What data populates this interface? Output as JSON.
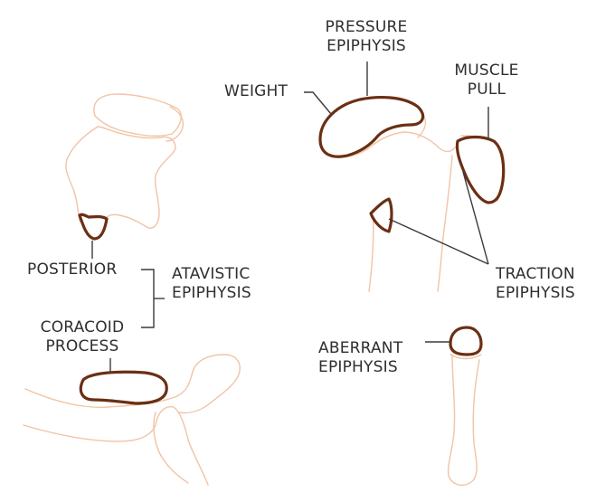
{
  "labels": {
    "pressure": [
      "PRESSURE",
      "EPIPHYSIS"
    ],
    "weight": "WEIGHT",
    "muscle": [
      "MUSCLE",
      "PULL"
    ],
    "traction": [
      "TRACTION",
      "EPIPHYSIS"
    ],
    "posterior": "POSTERIOR",
    "atavistic": [
      "ATAVISTIC",
      "EPIPHYSIS"
    ],
    "coracoid": [
      "CORACOID",
      "PROCESS"
    ],
    "aberrant": [
      "ABERRANT",
      "EPIPHYSIS"
    ]
  },
  "colors": {
    "bone_outline": "#f2c3a6",
    "epiphysis_outline": "#6b2f14",
    "text": "#2e2e2e"
  }
}
